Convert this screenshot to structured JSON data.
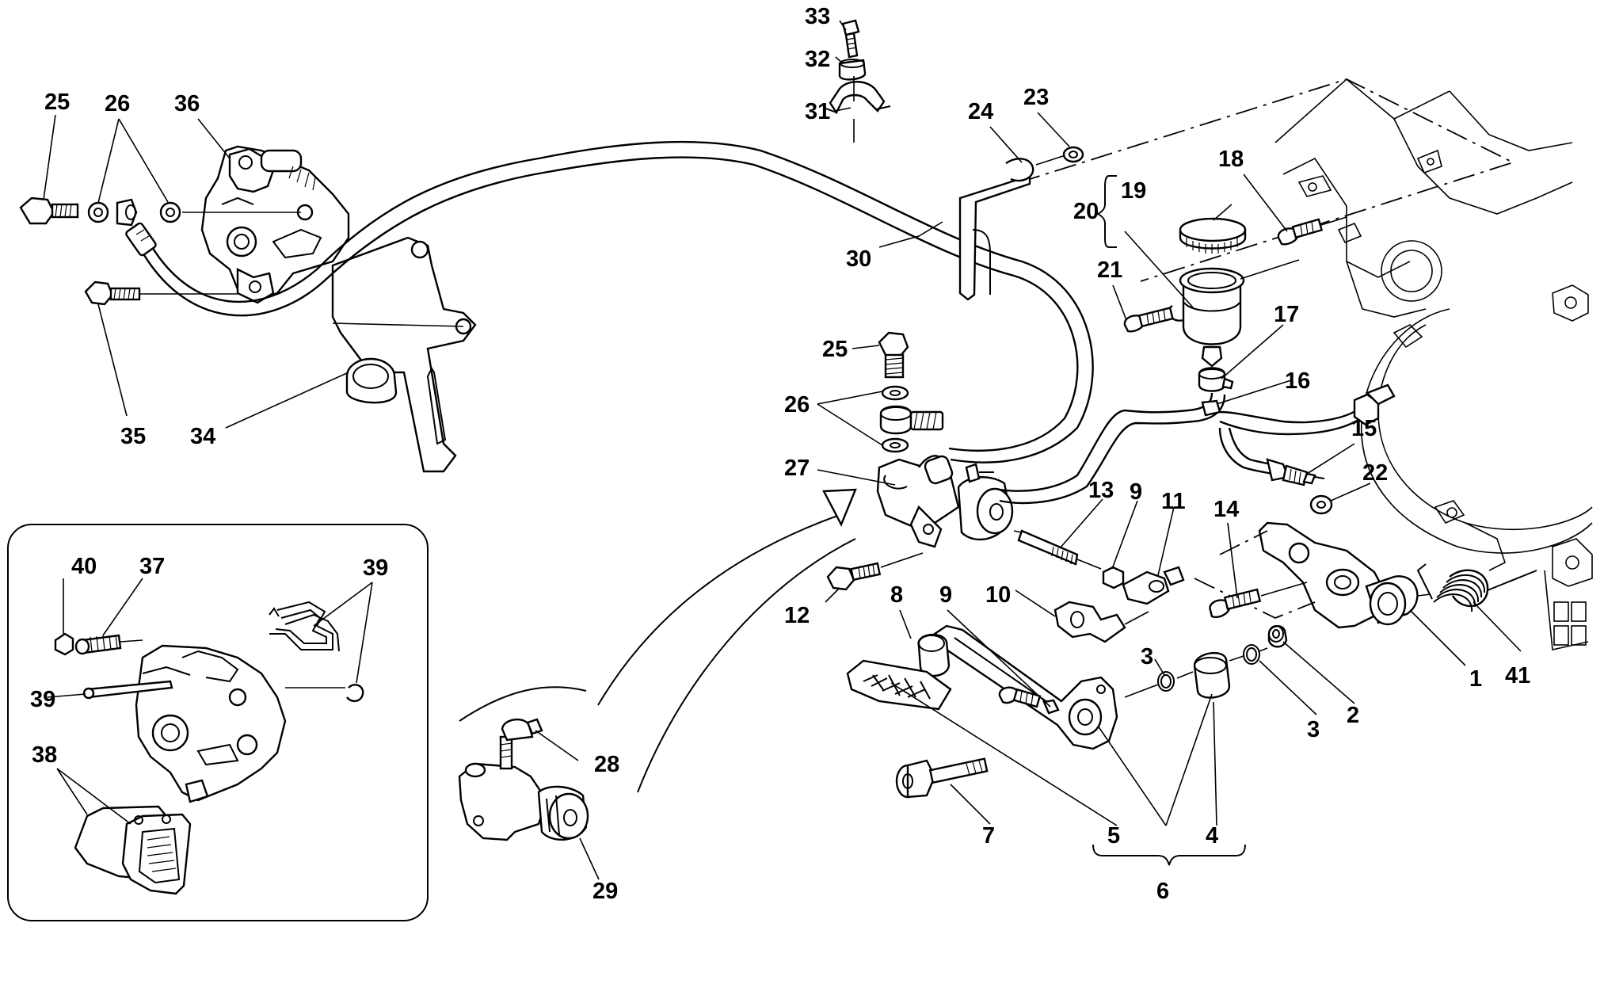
{
  "diagram": {
    "callouts": [
      {
        "id": "c1",
        "text": "1"
      },
      {
        "id": "c2",
        "text": "2"
      },
      {
        "id": "c3a",
        "text": "3"
      },
      {
        "id": "c3b",
        "text": "3"
      },
      {
        "id": "c4",
        "text": "4"
      },
      {
        "id": "c5",
        "text": "5"
      },
      {
        "id": "c6",
        "text": "6"
      },
      {
        "id": "c7",
        "text": "7"
      },
      {
        "id": "c8",
        "text": "8"
      },
      {
        "id": "c9a",
        "text": "9"
      },
      {
        "id": "c9b",
        "text": "9"
      },
      {
        "id": "c10",
        "text": "10"
      },
      {
        "id": "c11",
        "text": "11"
      },
      {
        "id": "c12",
        "text": "12"
      },
      {
        "id": "c13",
        "text": "13"
      },
      {
        "id": "c14",
        "text": "14"
      },
      {
        "id": "c15",
        "text": "15"
      },
      {
        "id": "c16",
        "text": "16"
      },
      {
        "id": "c17",
        "text": "17"
      },
      {
        "id": "c18",
        "text": "18"
      },
      {
        "id": "c19",
        "text": "19"
      },
      {
        "id": "c20",
        "text": "20"
      },
      {
        "id": "c21",
        "text": "21"
      },
      {
        "id": "c22",
        "text": "22"
      },
      {
        "id": "c23",
        "text": "23"
      },
      {
        "id": "c24",
        "text": "24"
      },
      {
        "id": "c25a",
        "text": "25"
      },
      {
        "id": "c25b",
        "text": "25"
      },
      {
        "id": "c26a",
        "text": "26"
      },
      {
        "id": "c26b",
        "text": "26"
      },
      {
        "id": "c27",
        "text": "27"
      },
      {
        "id": "c28",
        "text": "28"
      },
      {
        "id": "c29",
        "text": "29"
      },
      {
        "id": "c30",
        "text": "30"
      },
      {
        "id": "c31",
        "text": "31"
      },
      {
        "id": "c32",
        "text": "32"
      },
      {
        "id": "c33",
        "text": "33"
      },
      {
        "id": "c34",
        "text": "34"
      },
      {
        "id": "c35",
        "text": "35"
      },
      {
        "id": "c36",
        "text": "36"
      },
      {
        "id": "c37",
        "text": "37"
      },
      {
        "id": "c38",
        "text": "38"
      },
      {
        "id": "c39a",
        "text": "39"
      },
      {
        "id": "c39b",
        "text": "39"
      },
      {
        "id": "c40",
        "text": "40"
      },
      {
        "id": "c41",
        "text": "41"
      }
    ]
  }
}
